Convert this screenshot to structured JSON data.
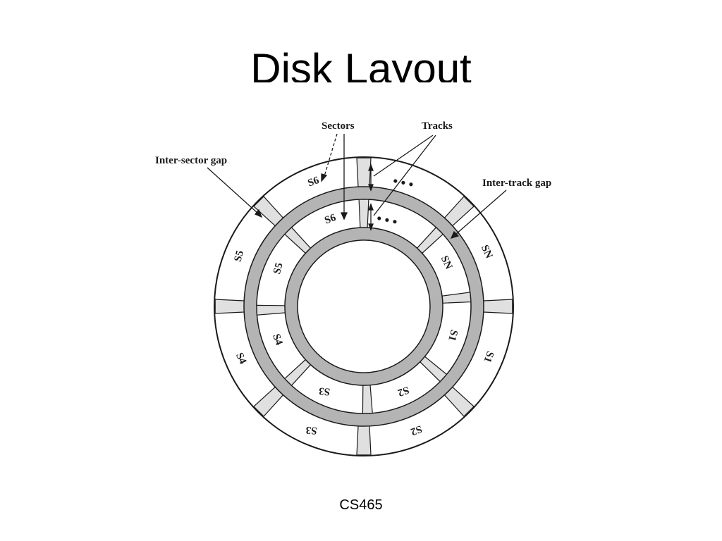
{
  "slide": {
    "title": "Disk Layout",
    "footer": "CS465"
  },
  "diagram": {
    "labels": {
      "sectors": "Sectors",
      "tracks": "Tracks",
      "inter_sector_gap": "Inter-sector gap",
      "inter_track_gap": "Inter-track gap"
    },
    "outer_track_sectors": [
      "S6",
      "S5",
      "S4",
      "S3",
      "S2",
      "S1",
      "SN"
    ],
    "inner_track_sectors": [
      "S6",
      "S5",
      "S4",
      "S3",
      "S2",
      "S1",
      "SN"
    ],
    "ellipsis": "• • •",
    "colors": {
      "gap_fill": "#e0e0e0",
      "track_gap_fill": "#b4b4b4",
      "stroke": "#1a1a1a"
    }
  }
}
